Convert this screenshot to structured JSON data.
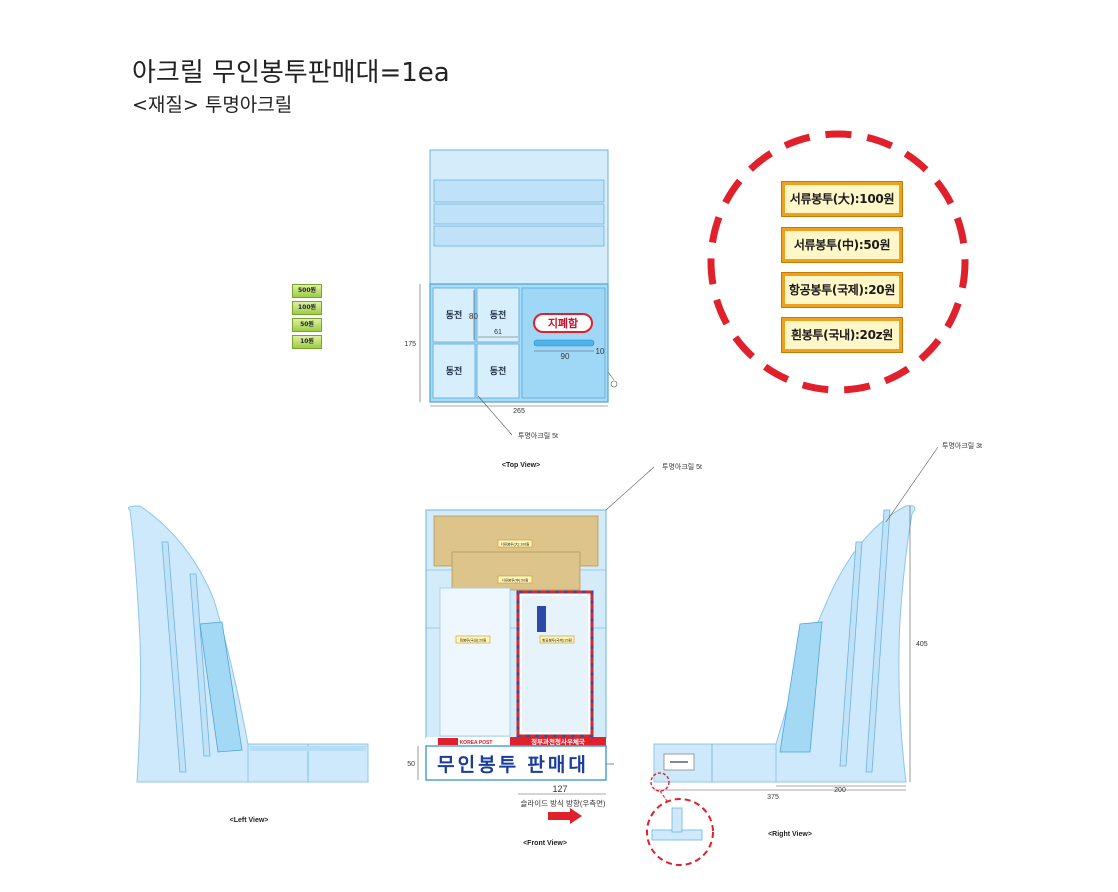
{
  "header": {
    "title": "아크릴 무인봉투판매대=1ea",
    "material": "<재질> 투명아크릴"
  },
  "coins": [
    "500원",
    "100원",
    "50원",
    "10원"
  ],
  "price_signs": [
    "서류봉투(大):100원",
    "서류봉투(中):50원",
    "항공봉투(국제):20원",
    "흰봉투(국내):20z원"
  ],
  "top_view": {
    "bins": [
      "동전",
      "동전",
      "동전",
      "동전"
    ],
    "bill_label": "지폐함",
    "dims": {
      "height": "175",
      "bin_height": "80",
      "bin_width": "61",
      "slot_width": "90",
      "slot_height": "10",
      "width": "265"
    },
    "material_note": "투명아크릴 5t",
    "caption": "<Top View>"
  },
  "front_view": {
    "material_note": "투명아크릴 5t",
    "shelf_labels": [
      "서류봉투(大):100원",
      "서류봉투(中):50원",
      "흰봉투(국내):20원",
      "항공봉투(국제):20원"
    ],
    "korea_post": "KOREA POST",
    "post_office": "정부과천청사우체국",
    "banner": "무인봉투 판매대",
    "dims": {
      "height": "50",
      "slide_width": "127"
    },
    "slide_note": "슬라이드 방식 방향(우측면)",
    "caption": "<Front View>"
  },
  "left_view": {
    "caption": "<Left View>"
  },
  "right_view": {
    "material_note": "투명아크릴 3t",
    "dims": {
      "height": "405",
      "base_depth": "375",
      "back_depth": "200"
    },
    "caption": "<Right View>"
  },
  "colors": {
    "acrylic": "#cde9fb",
    "acrylic_dark": "#8ed0f3",
    "outline": "#5ba7d6",
    "red": "#e0202a",
    "envelope": "#dcc48a"
  }
}
